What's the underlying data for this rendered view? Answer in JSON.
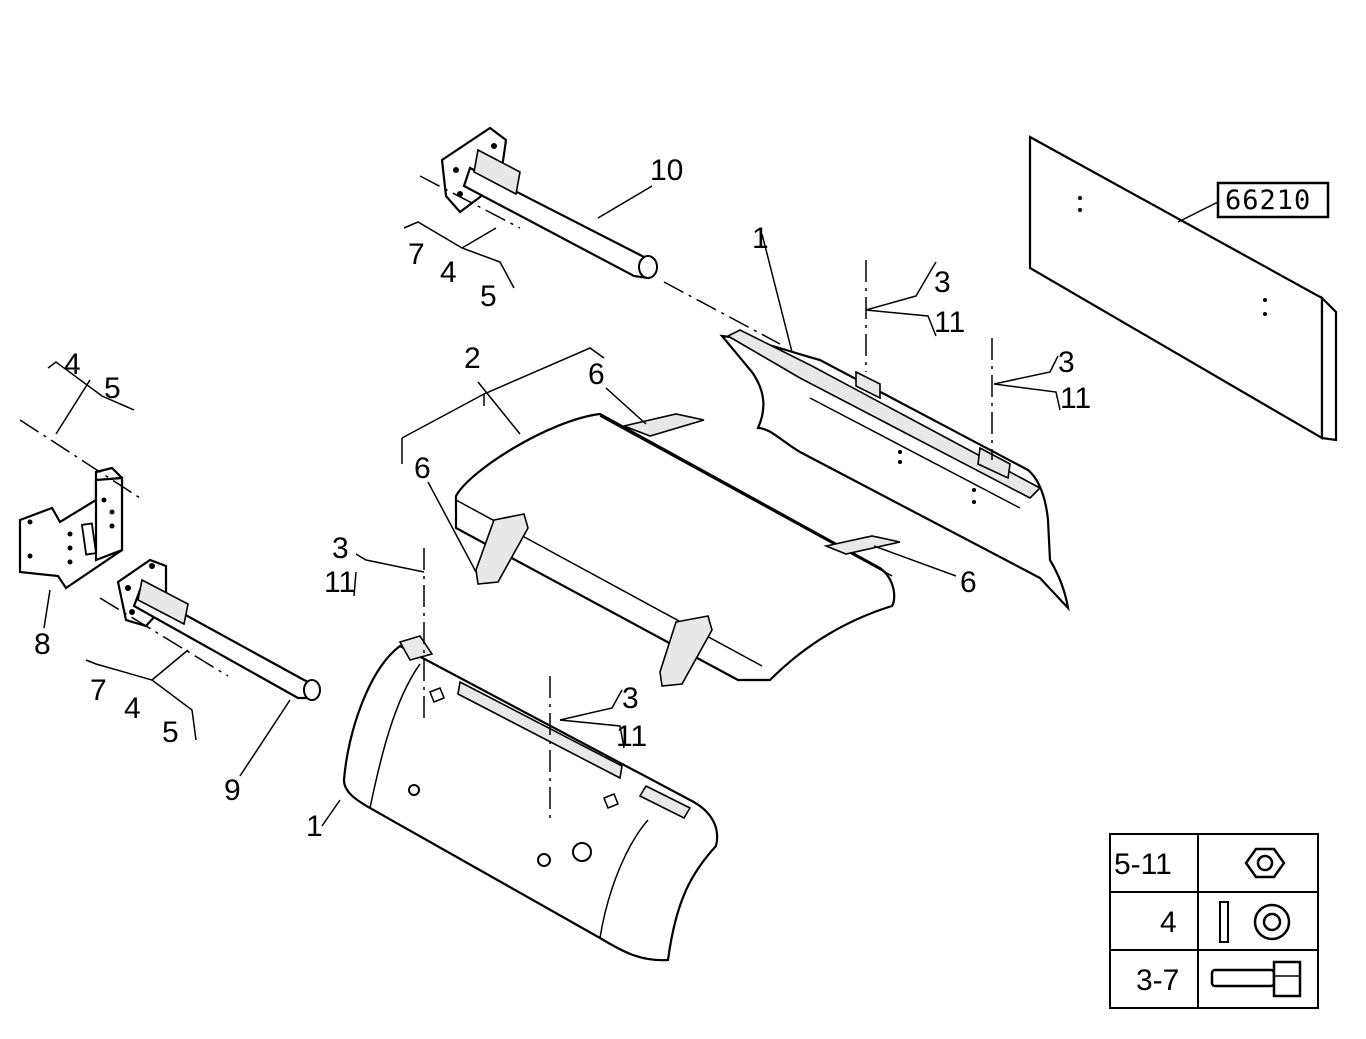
{
  "reference_number": "66210",
  "callouts": {
    "c10": "10",
    "c7_top": "7",
    "c4_top": "4",
    "c5_top": "5",
    "c1_top": "1",
    "c3_a": "3",
    "c11_a": "11",
    "c3_b": "3",
    "c11_b": "11",
    "c2": "2",
    "c6_top": "6",
    "c4_left": "4",
    "c5_left": "5",
    "c6_left": "6",
    "c3_c": "3",
    "c11_c": "11",
    "c6_right": "6",
    "c8": "8",
    "c7_bot": "7",
    "c4_bot": "4",
    "c5_bot": "5",
    "c3_d": "3",
    "c11_d": "11",
    "c9": "9",
    "c1_bot": "1"
  },
  "legend": {
    "rows": [
      {
        "label": "5-11",
        "icon": "hex-nut-icon"
      },
      {
        "label": "4",
        "icon": "washer-icon"
      },
      {
        "label": "3-7",
        "icon": "bolt-icon"
      }
    ]
  }
}
